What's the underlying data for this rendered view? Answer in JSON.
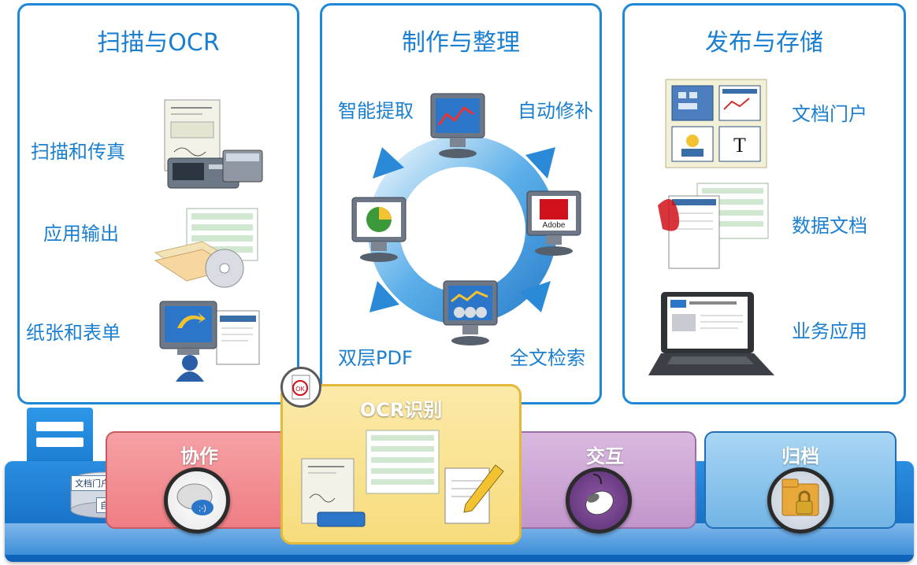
{
  "panels": [
    {
      "title": "扫描与OCR",
      "items": [
        "扫描和传真",
        "应用输出",
        "纸张和表单"
      ]
    },
    {
      "title": "制作与整理",
      "cycle": [
        "智能提取",
        "自动修补",
        "双层PDF",
        "全文检索"
      ]
    },
    {
      "title": "发布与存储",
      "items": [
        "文档门户",
        "数据文档",
        "业务应用"
      ]
    }
  ],
  "bottom": {
    "tiles": [
      "协作",
      "OCR识别",
      "交互",
      "归档"
    ],
    "db_labels": [
      "文档门户",
      "自由分类"
    ]
  },
  "colors": {
    "panel_border": "#1e87d6",
    "title_text": "#1a7fd0",
    "collab_tile": "#f08a8f",
    "ocr_tile": "#f7dc7c",
    "interact_tile": "#c79fd0",
    "archive_tile": "#8cc4ec",
    "base": "#1a74cc"
  },
  "icons": [
    "scanner-fax-icon",
    "printout-cd-icon",
    "monitor-user-icon",
    "monitor-chart-icon",
    "adobe-monitor-icon",
    "gauge-monitor-icon",
    "pie-monitor-icon",
    "cycle-arrows-icon",
    "portal-grid-icon",
    "pdf-document-icon",
    "laptop-icon",
    "chat-bubble-icon",
    "scan-document-icon",
    "pen-note-icon",
    "mouse-icon",
    "folder-lock-icon",
    "ok-stamp-icon",
    "database-icon"
  ]
}
